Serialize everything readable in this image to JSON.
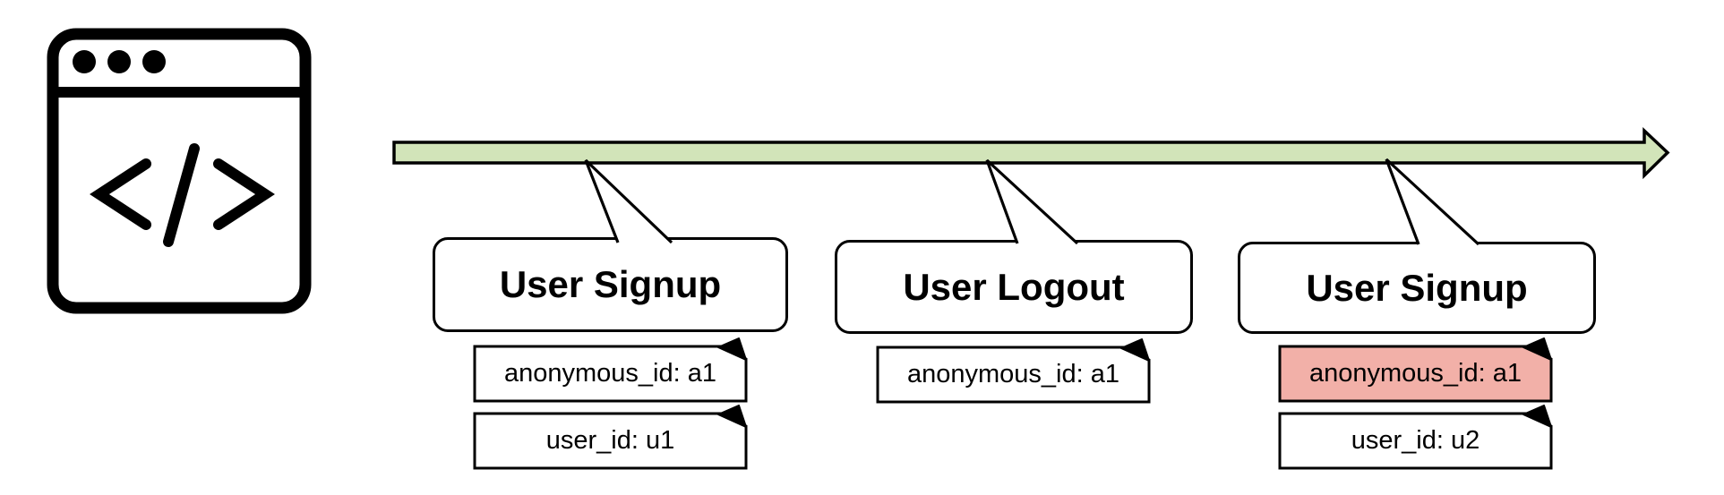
{
  "colors": {
    "ink": "#000000",
    "surface": "#ffffff",
    "timeline_green": "#d2e4b9",
    "highlight_salmon": "#f2b0a8"
  },
  "icons": {
    "browser_window": "browser-code-window-icon",
    "code_glyph": "</>"
  },
  "timeline": {
    "shape": "arrow-right"
  },
  "events": [
    {
      "title": "User Signup",
      "properties": [
        {
          "label": "anonymous_id: a1",
          "highlighted": false
        },
        {
          "label": "user_id: u1",
          "highlighted": false
        }
      ]
    },
    {
      "title": "User Logout",
      "properties": [
        {
          "label": "anonymous_id: a1",
          "highlighted": false
        }
      ]
    },
    {
      "title": "User Signup",
      "properties": [
        {
          "label": "anonymous_id: a1",
          "highlighted": true
        },
        {
          "label": "user_id: u2",
          "highlighted": false
        }
      ]
    }
  ]
}
